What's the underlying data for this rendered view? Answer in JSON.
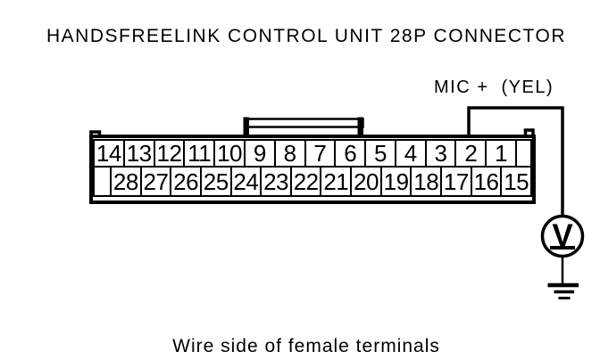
{
  "title": "HANDSFREELINK CONTROL UNIT 28P CONNECTOR",
  "caption": "Wire side of female terminals",
  "wire": {
    "label": "MIC +  (YEL)",
    "connects_to_pin": "2"
  },
  "connector": {
    "description": "28P connector, two staggered pin rows",
    "top_row": [
      "14",
      "13",
      "12",
      "11",
      "10",
      "9",
      "8",
      "7",
      "6",
      "5",
      "4",
      "3",
      "2",
      "1",
      ""
    ],
    "bottom_row": [
      "",
      "28",
      "27",
      "26",
      "25",
      "24",
      "23",
      "22",
      "21",
      "20",
      "19",
      "18",
      "17",
      "16",
      "15"
    ]
  },
  "meter": {
    "symbol": "V",
    "type": "voltmeter"
  },
  "colors": {
    "line": "#000000",
    "background": "#ffffff"
  }
}
